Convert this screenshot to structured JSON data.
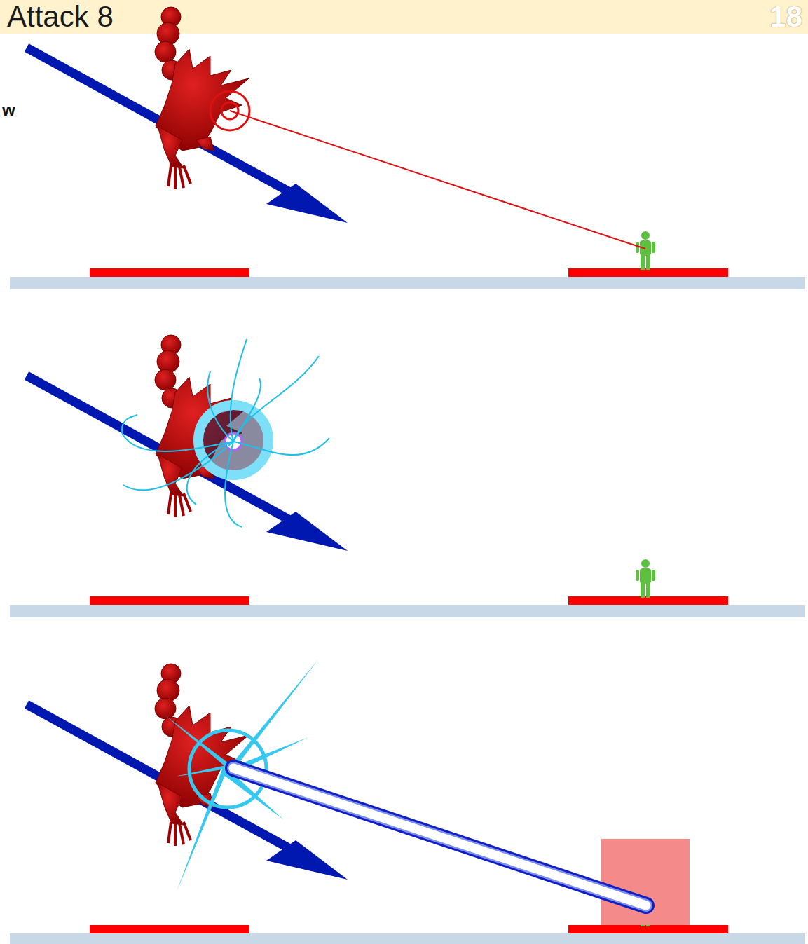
{
  "diagram": {
    "title": "Attack 8",
    "labels": [
      "18",
      "w"
    ]
  }
}
